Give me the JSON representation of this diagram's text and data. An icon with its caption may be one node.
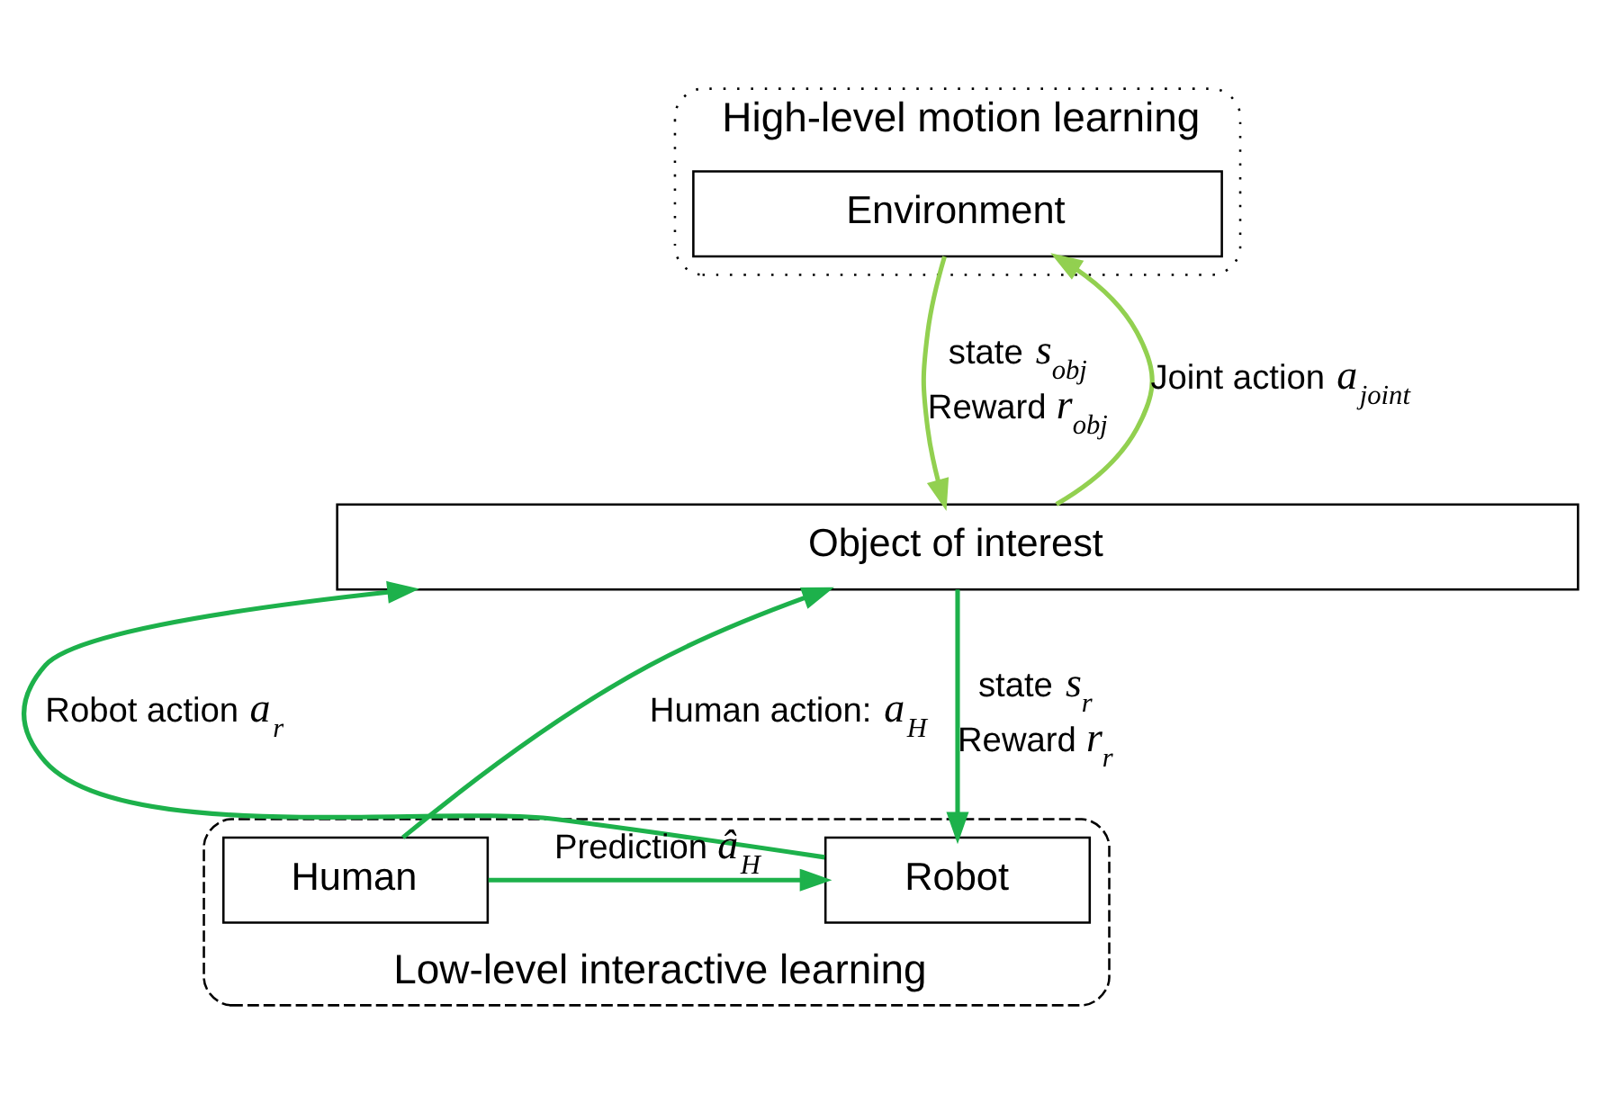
{
  "diagram": {
    "nodes": [
      {
        "text": [
          "High-level motion learning"
        ]
      },
      {
        "text": [
          "Environment"
        ],
        "in": 0
      },
      {
        "text": [
          "Low-level interactive learning"
        ]
      },
      {
        "text": [
          "Object of interest"
        ]
      },
      {
        "text": [
          "Robot"
        ],
        "in": 2
      },
      {
        "text": [
          "Human"
        ],
        "in": 2
      }
    ],
    "edges": [
      {
        "from": 3,
        "to": 1,
        "arrow": "to",
        "label": "Joint action *a*$_{joint}$",
        "color": "#92d050"
      },
      {
        "from": 1,
        "to": 3,
        "arrow": "to",
        "label": "state *s*$_{obj}$ Reward *r*$_{obj}$",
        "color": "#92d050"
      },
      {
        "from": 4,
        "to": 3,
        "arrow": "to",
        "label": "Robot action *a*$_{r}$"
      },
      {
        "from": 3,
        "to": 4,
        "arrow": "to",
        "label": "state *s*$_{r}$ Reward *r*$_{r}$"
      },
      {
        "from": 5,
        "to": 3,
        "arrow": "to",
        "label": "Human action: *a*$_{H}$"
      },
      {
        "from": 5,
        "to": 4,
        "arrow": "to",
        "label": "Prediction *â*$_{H}$"
      }
    ]
  }
}
